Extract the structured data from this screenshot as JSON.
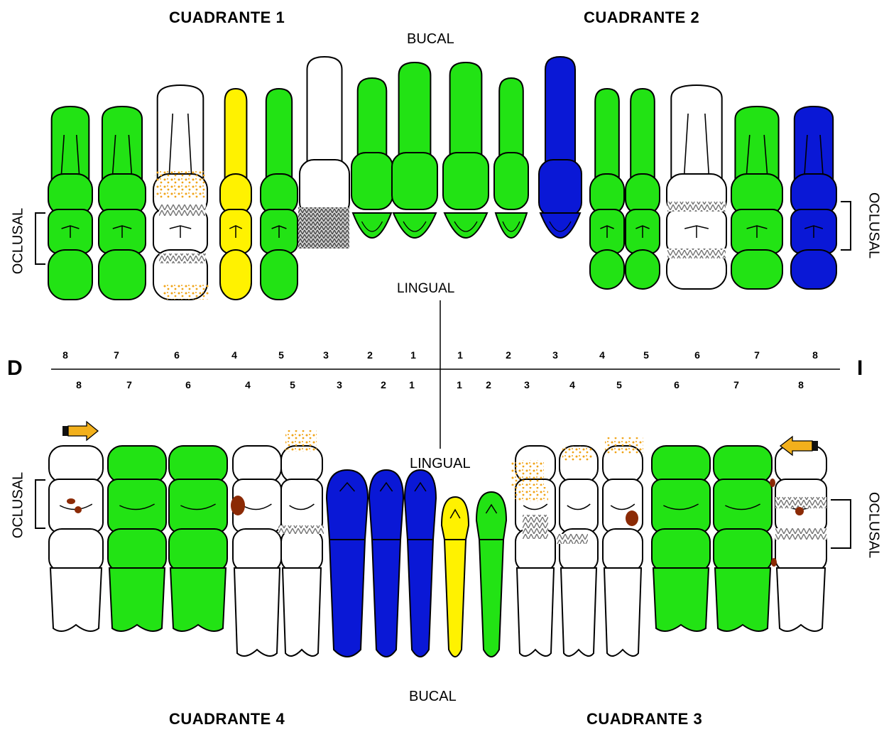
{
  "labels": {
    "quadrant_1": "CUADRANTE 1",
    "quadrant_2": "CUADRANTE 2",
    "quadrant_3": "CUADRANTE 3",
    "quadrant_4": "CUADRANTE 4",
    "bucal_top": "BUCAL",
    "bucal_bottom": "BUCAL",
    "lingual_top": "LINGUAL",
    "lingual_bottom": "LINGUAL",
    "oclusal": "OCLUSAL",
    "right_side": "D",
    "left_side": "I"
  },
  "upper_numbers": [
    "8",
    "7",
    "6",
    "4",
    "5",
    "3",
    "2",
    "1",
    "1",
    "2",
    "3",
    "4",
    "5",
    "6",
    "7",
    "8"
  ],
  "lower_numbers": [
    "8",
    "7",
    "6",
    "4",
    "5",
    "3",
    "2",
    "1",
    "1",
    "2",
    "3",
    "4",
    "5",
    "6",
    "7",
    "8"
  ],
  "colors": {
    "green": "#22e314",
    "blue": "#0a18d6",
    "yellow": "#fff200",
    "white": "#ffffff",
    "caries_dots": "#f0a418",
    "brown": "#8b2a05",
    "arrow": "#f2b01c"
  },
  "upper_teeth": [
    {
      "id": "u-1-8",
      "status": "green"
    },
    {
      "id": "u-1-7",
      "status": "green"
    },
    {
      "id": "u-1-6",
      "status": "white"
    },
    {
      "id": "u-1-4",
      "status": "yellow"
    },
    {
      "id": "u-1-5",
      "status": "green"
    },
    {
      "id": "u-1-3",
      "status": "white"
    },
    {
      "id": "u-1-2",
      "status": "green"
    },
    {
      "id": "u-1-1",
      "status": "green"
    },
    {
      "id": "u-2-1",
      "status": "green"
    },
    {
      "id": "u-2-2",
      "status": "green"
    },
    {
      "id": "u-2-3",
      "status": "blue"
    },
    {
      "id": "u-2-4",
      "status": "green"
    },
    {
      "id": "u-2-5",
      "status": "green"
    },
    {
      "id": "u-2-6",
      "status": "white"
    },
    {
      "id": "u-2-7",
      "status": "green"
    },
    {
      "id": "u-2-8",
      "status": "blue"
    }
  ],
  "lower_teeth": [
    {
      "id": "l-4-8",
      "status": "white"
    },
    {
      "id": "l-4-7",
      "status": "green"
    },
    {
      "id": "l-4-6",
      "status": "green"
    },
    {
      "id": "l-4-4",
      "status": "white"
    },
    {
      "id": "l-4-5",
      "status": "white"
    },
    {
      "id": "l-4-3",
      "status": "blue"
    },
    {
      "id": "l-4-2",
      "status": "blue"
    },
    {
      "id": "l-4-1",
      "status": "blue"
    },
    {
      "id": "l-3-1",
      "status": "yellow"
    },
    {
      "id": "l-3-2",
      "status": "green"
    },
    {
      "id": "l-3-3",
      "status": "white"
    },
    {
      "id": "l-3-4",
      "status": "white"
    },
    {
      "id": "l-3-5",
      "status": "white"
    },
    {
      "id": "l-3-6",
      "status": "green"
    },
    {
      "id": "l-3-7",
      "status": "green"
    },
    {
      "id": "l-3-8",
      "status": "white"
    }
  ]
}
